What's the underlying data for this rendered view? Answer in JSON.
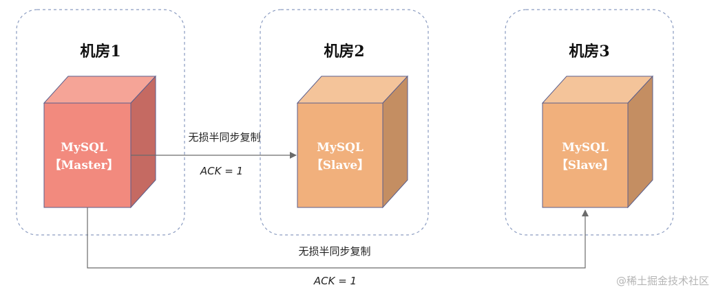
{
  "rooms": [
    {
      "title": "机房1",
      "node_line1": "MySQL",
      "node_line2": "【Master】",
      "color": "#f28a7e",
      "top_color": "#f5a497",
      "side_color": "#c56a62"
    },
    {
      "title": "机房2",
      "node_line1": "MySQL",
      "node_line2": "【Slave】",
      "color": "#f1b07c",
      "top_color": "#f4c49a",
      "side_color": "#c48e62"
    },
    {
      "title": "机房3",
      "node_line1": "MySQL",
      "node_line2": "【Slave】",
      "color": "#f1b07c",
      "top_color": "#f4c49a",
      "side_color": "#c48e62"
    }
  ],
  "links": [
    {
      "label": "无损半同步复制",
      "ack": "ACK = 1"
    },
    {
      "label": "无损半同步复制",
      "ack": "ACK = 1"
    }
  ],
  "watermark": "@稀土掘金技术社区",
  "colors": {
    "dashed_border": "#8a9bc0",
    "arrow": "#6b6b6b",
    "cube_outline": "#5a5e8c"
  }
}
